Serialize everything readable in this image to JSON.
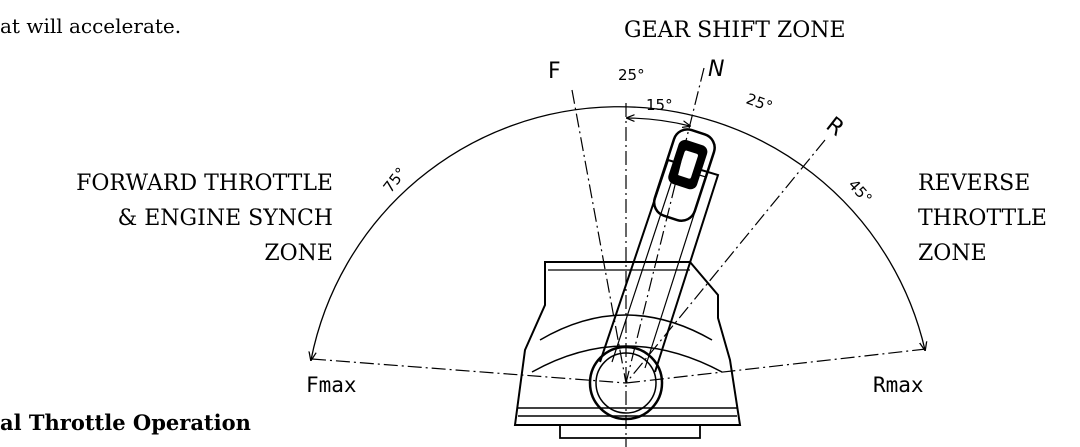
{
  "fragment_text": "at will accelerate.",
  "gear_shift_zone": "GEAR SHIFT ZONE",
  "forward_zone": [
    "FORWARD THROTTLE",
    "& ENGINE SYNCH",
    "ZONE"
  ],
  "reverse_zone": [
    "REVERSE",
    "THROTTLE",
    "ZONE"
  ],
  "section_heading": "al Throttle Operation",
  "position_labels": {
    "forward": "F",
    "neutral": "N",
    "reverse": "R",
    "fmax": "Fmax",
    "rmax": "Rmax"
  },
  "angle_labels": {
    "f_to_n": "25°",
    "vertical_to_n": "15°",
    "n_to_r": "25°",
    "r_to_rmax": "45°",
    "fmax_to_f": "75°"
  },
  "colors": {
    "line": "#000000",
    "background": "#ffffff"
  }
}
